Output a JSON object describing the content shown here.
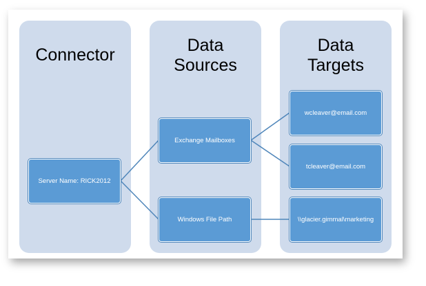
{
  "columns": {
    "connector": {
      "title": "Connector"
    },
    "data_sources": {
      "title": "Data\nSources"
    },
    "data_targets": {
      "title": "Data\nTargets"
    }
  },
  "nodes": {
    "server": "Server Name: RICK2012",
    "exchange_mailboxes": "Exchange Mailboxes",
    "windows_file_path": "Windows File Path",
    "target_1": "wcleaver@email.com",
    "target_2": "tcleaver@email.com",
    "target_3": "\\\\glacier.gimmal\\marketing"
  },
  "colors": {
    "column_bg": "#cfdbec",
    "node_fill": "#5b9bd5",
    "connector_line": "#4f86ba"
  }
}
